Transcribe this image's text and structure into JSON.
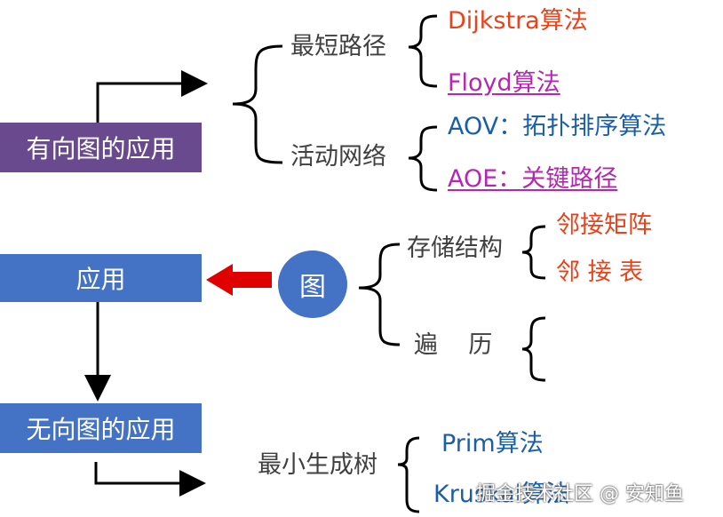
{
  "colors": {
    "purple_box": "#6a4a8e",
    "blue_box": "#4472c4",
    "gray_text": "#404040",
    "red_text": "#e8431b",
    "magenta_text": "#b627b0",
    "blue_text": "#1a5ea8",
    "arrow_red": "#e00000"
  },
  "boxes": {
    "directed": "有向图的应用",
    "apply": "应用",
    "undirected": "无向图的应用"
  },
  "center_node": "图",
  "directed_branch": {
    "shortest_path": "最短路径",
    "dijkstra": "Dijkstra算法",
    "floyd": "Floyd算法",
    "activity_network": "活动网络",
    "aov": "AOV：拓扑排序算法",
    "aoe": "AOE：关键路径"
  },
  "graph_branch": {
    "storage": "存储结构",
    "adj_matrix": "邻接矩阵",
    "adj_list": "邻 接 表",
    "traversal": "遍    历"
  },
  "undirected_branch": {
    "mst": "最小生成树",
    "prim": "Prim算法",
    "kruskal": "Kruskal算法"
  },
  "watermark": "掘金技术社区 @ 安知鱼"
}
